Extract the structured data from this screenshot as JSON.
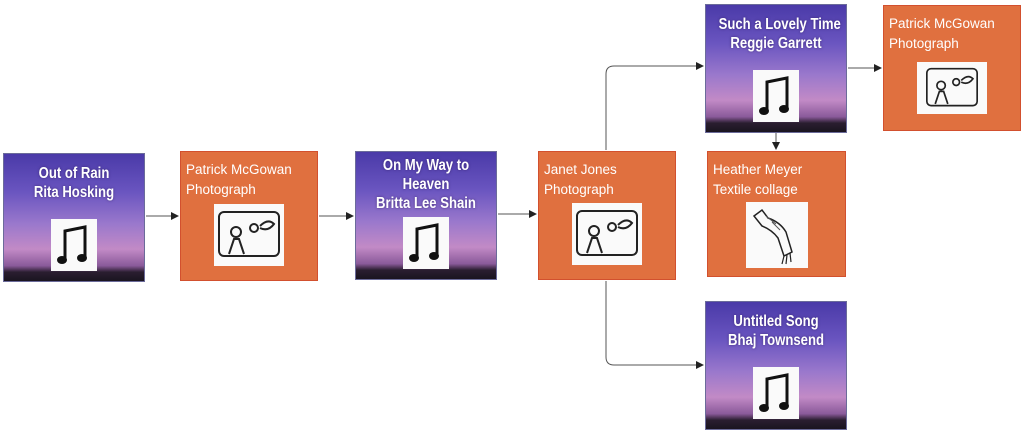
{
  "nodes": {
    "song1": {
      "title": "Out of Rain",
      "artist": "Rita Hosking",
      "icon": "music-note-icon"
    },
    "photo1": {
      "author": "Patrick McGowan",
      "medium": "Photograph",
      "icon": "photograph-sketch-icon"
    },
    "song2": {
      "title": "On My Way to",
      "title2": "Heaven",
      "artist": "Britta Lee Shain",
      "icon": "music-note-icon"
    },
    "photo2": {
      "author": "Janet Jones",
      "medium": "Photograph",
      "icon": "photograph-sketch-icon"
    },
    "song3": {
      "title": "Such a Lovely Time",
      "artist": "Reggie Garrett",
      "icon": "music-note-icon"
    },
    "photo3": {
      "author": "Patrick McGowan",
      "medium": "Photograph",
      "icon": "photograph-sketch-icon"
    },
    "textile": {
      "author": "Heather Meyer",
      "medium": "Textile collage",
      "icon": "scarf-sketch-icon"
    },
    "song4": {
      "title": "Untitled Song",
      "artist": "Bhaj Townsend",
      "icon": "music-note-icon"
    }
  },
  "colors": {
    "art_node": "#e0703f",
    "song_node": "#6a55c0",
    "arrow": "#333333"
  }
}
